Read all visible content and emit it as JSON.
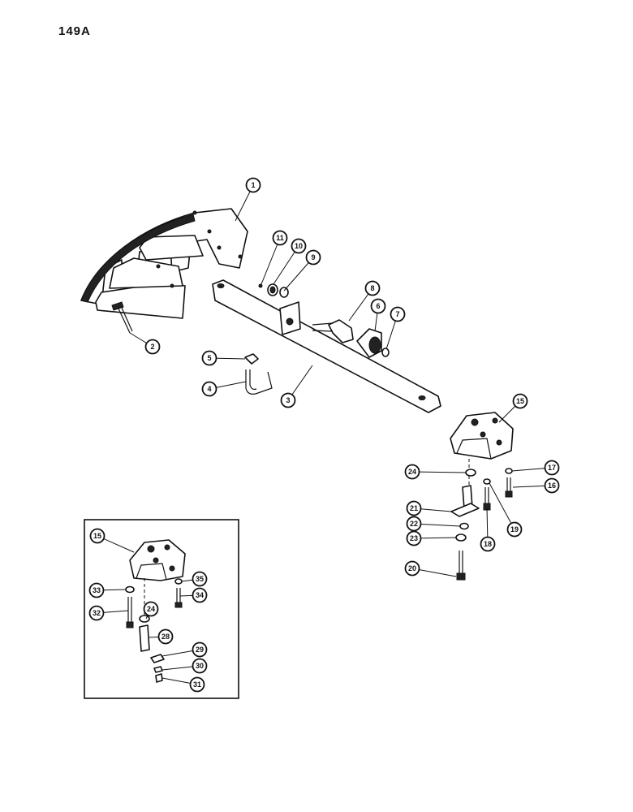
{
  "page": {
    "title": "149A"
  },
  "callouts": [
    "1",
    "2",
    "3",
    "4",
    "5",
    "6",
    "7",
    "8",
    "9",
    "10",
    "11",
    "15",
    "16",
    "17",
    "18",
    "19",
    "20",
    "21",
    "22",
    "23",
    "24",
    "15",
    "24",
    "28",
    "29",
    "30",
    "31",
    "32",
    "33",
    "34",
    "35"
  ]
}
